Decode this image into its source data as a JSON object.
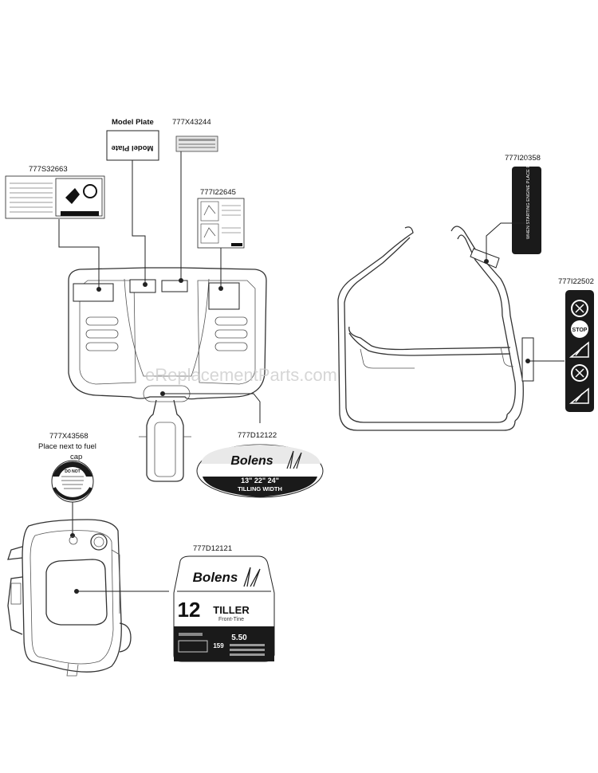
{
  "watermark": "eReplacementParts.com",
  "callouts": {
    "model_plate_title": "Model Plate",
    "model_plate_text": "Model Plate",
    "p_777X43244": "777X43244",
    "p_777S32663": "777S32663",
    "p_777I22645": "777I22645",
    "p_777I20358": "777I20358",
    "p_777I22502": "777I22502",
    "p_777X43568": "777X43568",
    "p_777X43568_note_1": "Place next to fuel",
    "p_777X43568_note_2": "cap",
    "p_777D12122": "777D12122",
    "p_777D12121": "777D12121"
  },
  "decal_777I20358": "WHEN STARTING ENGINE PLACE FREE HAND HERE",
  "decal_777I22502": {
    "stop": "STOP"
  },
  "decal_777X43568": "DO NOT",
  "decal_777D12122": {
    "brand": "Bolens",
    "sizes": "13\"  22\"  24\"",
    "caption": "TILLING WIDTH"
  },
  "decal_777D12121": {
    "brand": "Bolens",
    "number": "12",
    "product": "TILLER",
    "sub": "Front-Tine",
    "cc": "159",
    "value": "5.50"
  },
  "colors": {
    "line": "#333333",
    "decal_dark": "#1a1a1a",
    "watermark": "#c9c9c9"
  }
}
